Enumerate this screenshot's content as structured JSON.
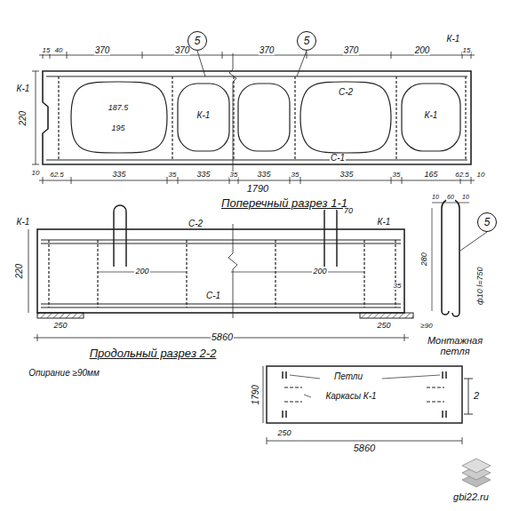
{
  "diagram": {
    "nodes": [
      {
        "text": [
          "5"
        ]
      },
      {
        "text": [
          "5"
        ]
      },
      {
        "text": [
          "5"
        ]
      }
    ],
    "labels": [
      "15",
      "40",
      "370",
      "370",
      "370",
      "370",
      "200",
      "15",
      "К-1",
      "К-1",
      "С-2",
      "187.5",
      "195",
      "К-1",
      "К-1",
      "220",
      "10",
      "62.5",
      "335",
      "35",
      "335",
      "35",
      "335",
      "35",
      "335",
      "35",
      "165",
      "62.5",
      "10",
      "С-1",
      "1790",
      "Поперечный разрез 1-1",
      "К-1",
      "С-2",
      "К-1",
      "220",
      "200",
      "200",
      "70",
      "С-1",
      "35",
      "250",
      "250",
      "≥90",
      "5860",
      "Продольный разрез 2-2",
      "Опирание ≥90мм",
      "10",
      "60",
      "10",
      "280",
      "ф10 l=750",
      "Монтажная петля",
      "1790",
      "Петли",
      "Каркасы К-1",
      "2",
      "250",
      "5860",
      "gbi22.ru"
    ]
  }
}
